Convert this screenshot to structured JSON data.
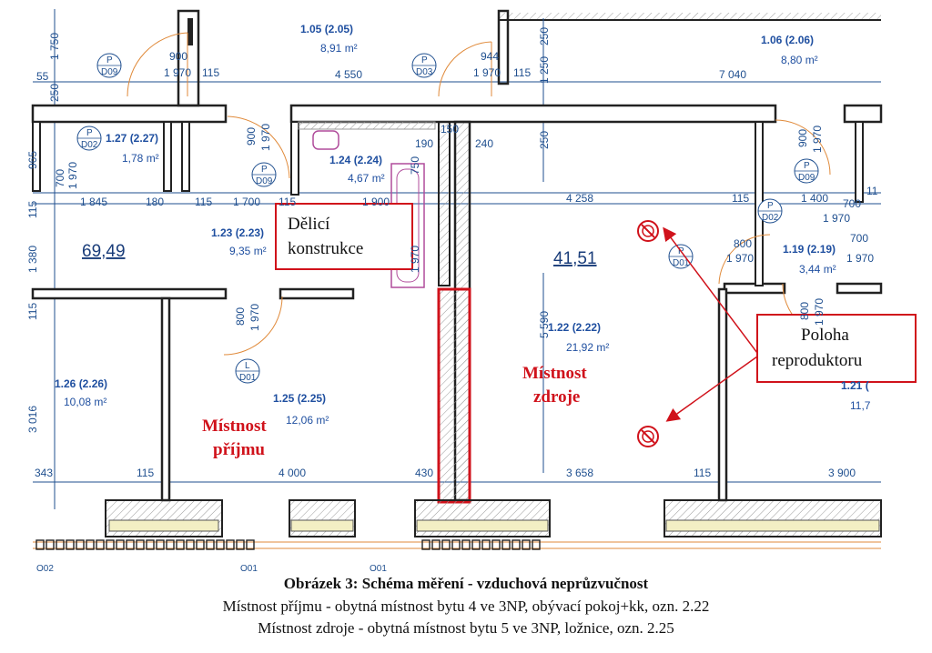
{
  "rooms": [
    {
      "id": "1.05 (2.05)",
      "area": "8,91 m²"
    },
    {
      "id": "1.06 (2.06)",
      "area": "8,80 m²"
    },
    {
      "id": "1.27 (2.27)",
      "area": "1,78 m²"
    },
    {
      "id": "1.24 (2.24)",
      "area": "4,67 m²"
    },
    {
      "id": "1.23 (2.23)",
      "area": "9,35 m²"
    },
    {
      "id": "1.19 (2.19)",
      "area": "3,44 m²"
    },
    {
      "id": "1.22 (2.22)",
      "area": "21,92 m²"
    },
    {
      "id": "1.26 (2.26)",
      "area": "10,08 m²"
    },
    {
      "id": "1.25 (2.25)",
      "area": "12,06 m²"
    },
    {
      "id": "1.21 (",
      "area": "11,7"
    }
  ],
  "totals": {
    "left": "69,49",
    "right": "41,51"
  },
  "dimensions": {
    "top_row": [
      "55",
      "900",
      "1 970",
      "115",
      "4 550",
      "944",
      "1 970",
      "115",
      "7 040"
    ],
    "mid_row": [
      "1 845",
      "180",
      "115",
      "1 700",
      "115",
      "1 900",
      "4 258",
      "115",
      "1 400",
      "700",
      "1 970",
      "11"
    ],
    "bottom_row": [
      "343",
      "115",
      "4 000",
      "430",
      "3 658",
      "115",
      "3 900"
    ],
    "vertical": [
      "1 750",
      "250",
      "965",
      "115",
      "1 380",
      "115",
      "3 016",
      "250",
      "1 250",
      "250",
      "5 590"
    ],
    "small": [
      "700",
      "1 970",
      "900",
      "1 970",
      "190",
      "150",
      "240",
      "750",
      "1 970",
      "800",
      "1 970",
      "800",
      "1 970",
      "900",
      "1 970",
      "700",
      "1 970",
      "800",
      "1 970"
    ]
  },
  "doors": [
    "P D09",
    "P D03",
    "P D02",
    "P D09",
    "P D09",
    "P D02",
    "P D01",
    "L D01"
  ],
  "labels": {
    "partition": [
      "Dělicí",
      "konstrukce"
    ],
    "speaker": [
      "Poloha",
      "reproduktoru"
    ],
    "source": [
      "Místnost",
      "zdroje"
    ],
    "receive": [
      "Místnost",
      "příjmu"
    ]
  },
  "bottom_marks": [
    "O02",
    "O01",
    "O01"
  ],
  "caption": {
    "title": "Obrázek 3: Schéma měření - vzduchová neprůzvučnost",
    "line1": "Místnost příjmu - obytná místnost bytu 4 ve 3NP, obývací pokoj+kk, ozn. 2.22",
    "line2": "Místnost zdroje - obytná místnost bytu 5 ve 3NP, ložnice, ozn. 2.25"
  },
  "colors": {
    "wall": "#222222",
    "dimension": "#1f4f8f",
    "highlight": "#d0121b",
    "hatch": "#9a9a9a",
    "insulation": "#f3efc4"
  }
}
